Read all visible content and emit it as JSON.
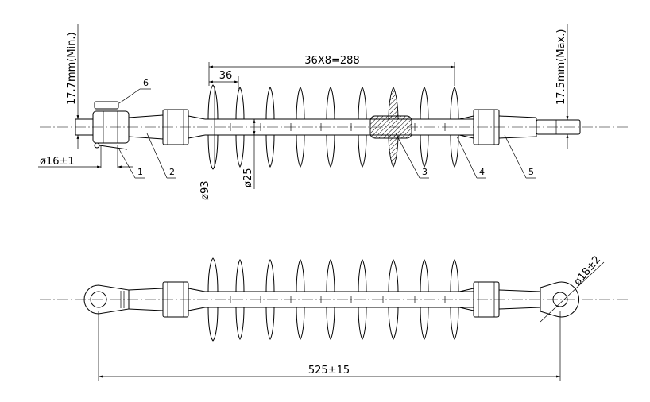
{
  "dimensions": {
    "shed_spacing": "36X8=288",
    "shed_pitch": "36",
    "end_clearance_left": "17.7mm(Min.)",
    "end_clearance_right": "17.5mm(Max.)",
    "pin_diameter": "ø16±1",
    "shed_diameter": "ø93",
    "core_diameter": "ø25",
    "eye_diameter": "ø18±2",
    "overall_length": "525±15"
  },
  "part_labels": [
    "1",
    "2",
    "3",
    "4",
    "5",
    "6"
  ]
}
